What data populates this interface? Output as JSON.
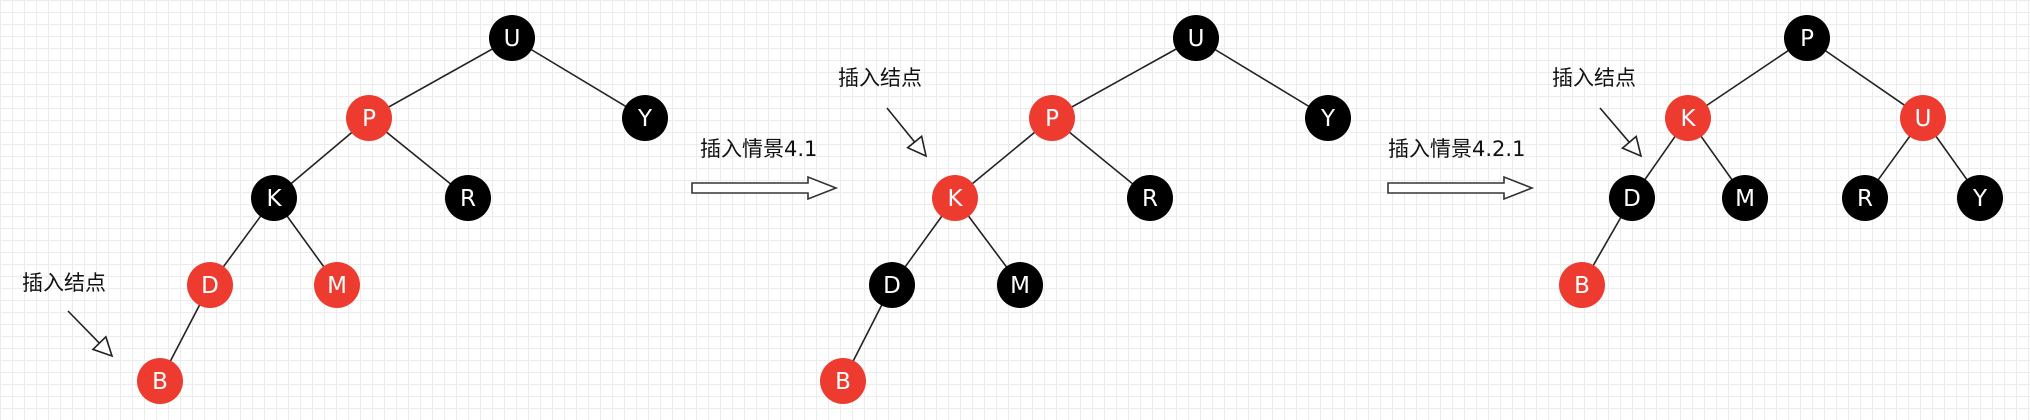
{
  "colors": {
    "red": "#ee3b2f",
    "black": "#000000",
    "edge": "#222222"
  },
  "diagrams": [
    {
      "id": "tree-1",
      "nodes": [
        {
          "id": "U",
          "label": "U",
          "color": "black"
        },
        {
          "id": "P",
          "label": "P",
          "color": "red"
        },
        {
          "id": "Y",
          "label": "Y",
          "color": "black"
        },
        {
          "id": "K",
          "label": "K",
          "color": "black"
        },
        {
          "id": "R",
          "label": "R",
          "color": "black"
        },
        {
          "id": "D",
          "label": "D",
          "color": "red"
        },
        {
          "id": "M",
          "label": "M",
          "color": "red"
        },
        {
          "id": "B",
          "label": "B",
          "color": "red"
        }
      ],
      "edges": [
        [
          "U",
          "P"
        ],
        [
          "U",
          "Y"
        ],
        [
          "P",
          "K"
        ],
        [
          "P",
          "R"
        ],
        [
          "K",
          "D"
        ],
        [
          "K",
          "M"
        ],
        [
          "D",
          "B"
        ]
      ],
      "annotation": {
        "text": "插入结点",
        "target": "B"
      }
    },
    {
      "id": "tree-2",
      "nodes": [
        {
          "id": "U",
          "label": "U",
          "color": "black"
        },
        {
          "id": "P",
          "label": "P",
          "color": "red"
        },
        {
          "id": "Y",
          "label": "Y",
          "color": "black"
        },
        {
          "id": "K",
          "label": "K",
          "color": "red"
        },
        {
          "id": "R",
          "label": "R",
          "color": "black"
        },
        {
          "id": "D",
          "label": "D",
          "color": "black"
        },
        {
          "id": "M",
          "label": "M",
          "color": "black"
        },
        {
          "id": "B",
          "label": "B",
          "color": "red"
        }
      ],
      "edges": [
        [
          "U",
          "P"
        ],
        [
          "U",
          "Y"
        ],
        [
          "P",
          "K"
        ],
        [
          "P",
          "R"
        ],
        [
          "K",
          "D"
        ],
        [
          "K",
          "M"
        ],
        [
          "D",
          "B"
        ]
      ],
      "annotation": {
        "text": "插入结点",
        "target": "K"
      }
    },
    {
      "id": "tree-3",
      "nodes": [
        {
          "id": "P",
          "label": "P",
          "color": "black"
        },
        {
          "id": "K",
          "label": "K",
          "color": "red"
        },
        {
          "id": "U",
          "label": "U",
          "color": "red"
        },
        {
          "id": "D",
          "label": "D",
          "color": "black"
        },
        {
          "id": "M",
          "label": "M",
          "color": "black"
        },
        {
          "id": "R",
          "label": "R",
          "color": "black"
        },
        {
          "id": "Y",
          "label": "Y",
          "color": "black"
        },
        {
          "id": "B",
          "label": "B",
          "color": "red"
        }
      ],
      "edges": [
        [
          "P",
          "K"
        ],
        [
          "P",
          "U"
        ],
        [
          "K",
          "D"
        ],
        [
          "K",
          "M"
        ],
        [
          "U",
          "R"
        ],
        [
          "U",
          "Y"
        ],
        [
          "D",
          "B"
        ]
      ],
      "annotation": {
        "text": "插入结点",
        "target": "D"
      }
    }
  ],
  "transitions": [
    {
      "label": "插入情景4.1",
      "from": "tree-1",
      "to": "tree-2"
    },
    {
      "label": "插入情景4.2.1",
      "from": "tree-2",
      "to": "tree-3"
    }
  ]
}
